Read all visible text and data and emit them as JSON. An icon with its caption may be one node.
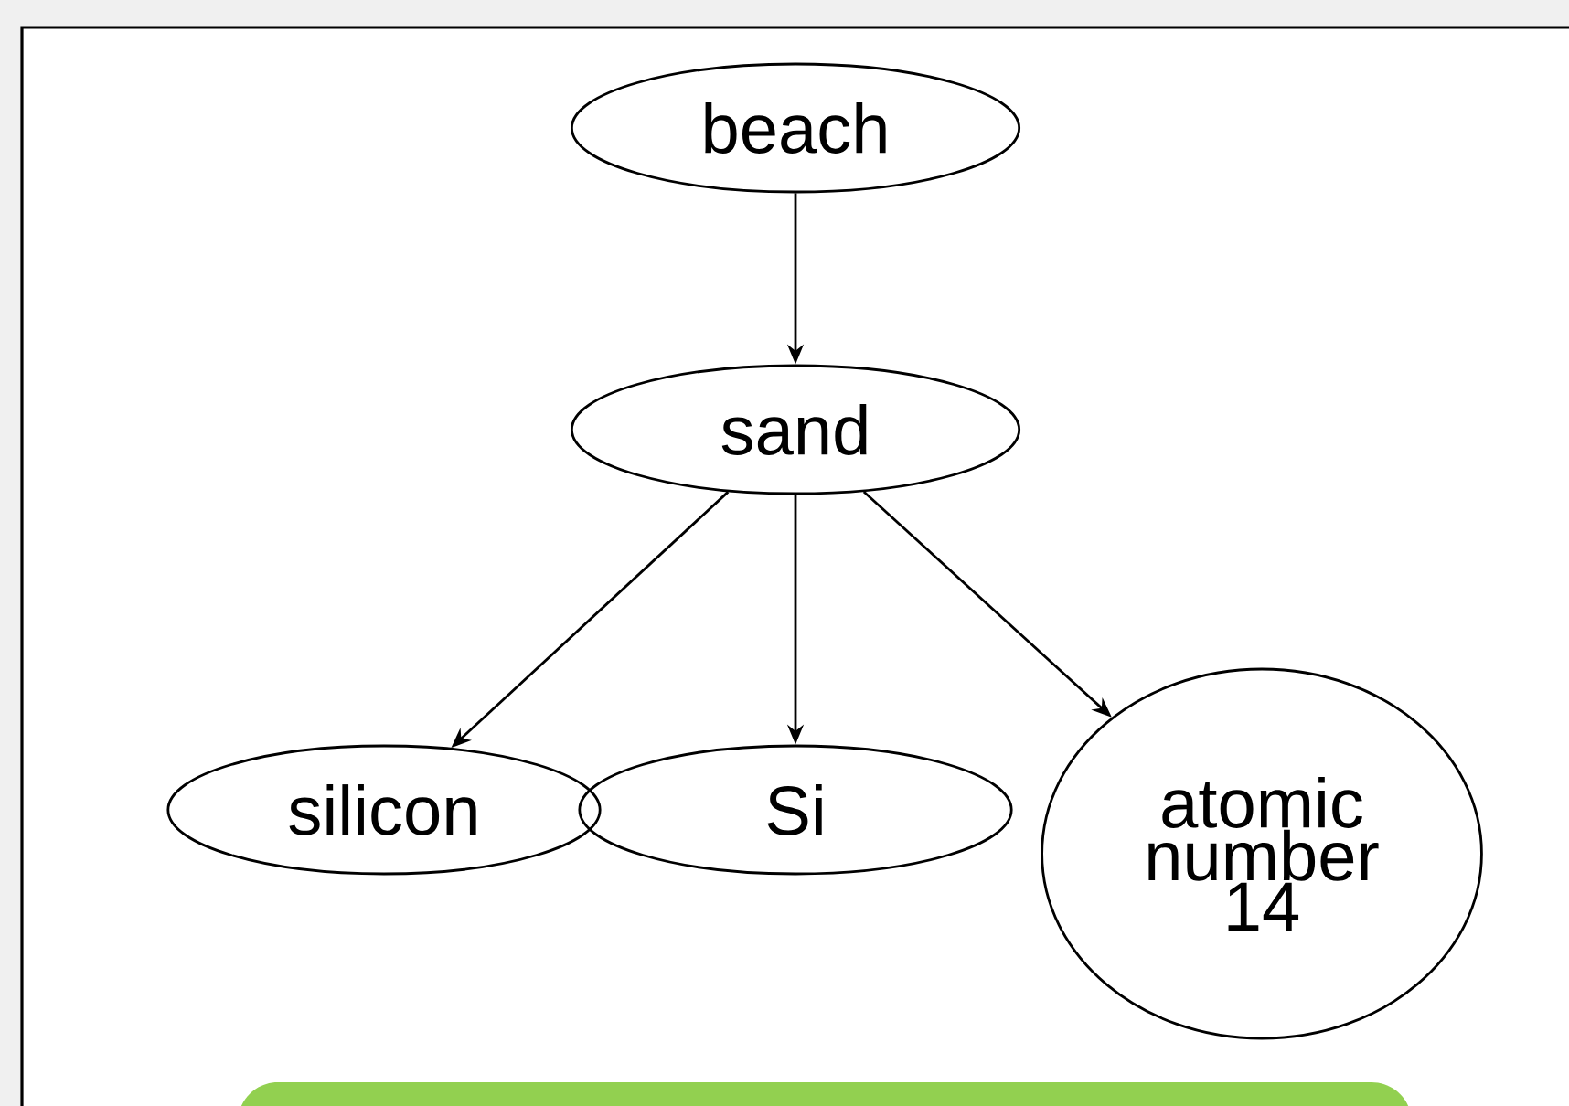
{
  "diagram": {
    "nodes": [
      {
        "text": [
          "beach"
        ]
      },
      {
        "text": [
          "sand"
        ]
      },
      {
        "text": [
          "silicon"
        ]
      },
      {
        "text": [
          "Si"
        ]
      },
      {
        "text": [
          "atomic number 14"
        ]
      },
      {
        "text": [],
        "shape": "box"
      }
    ],
    "edges": [
      {
        "from": 0,
        "to": 1,
        "arrow": "to"
      },
      {
        "from": 1,
        "to": 2,
        "arrow": "to"
      },
      {
        "from": 1,
        "to": 3,
        "arrow": "to"
      },
      {
        "from": 1,
        "to": 4,
        "arrow": "to"
      }
    ]
  }
}
